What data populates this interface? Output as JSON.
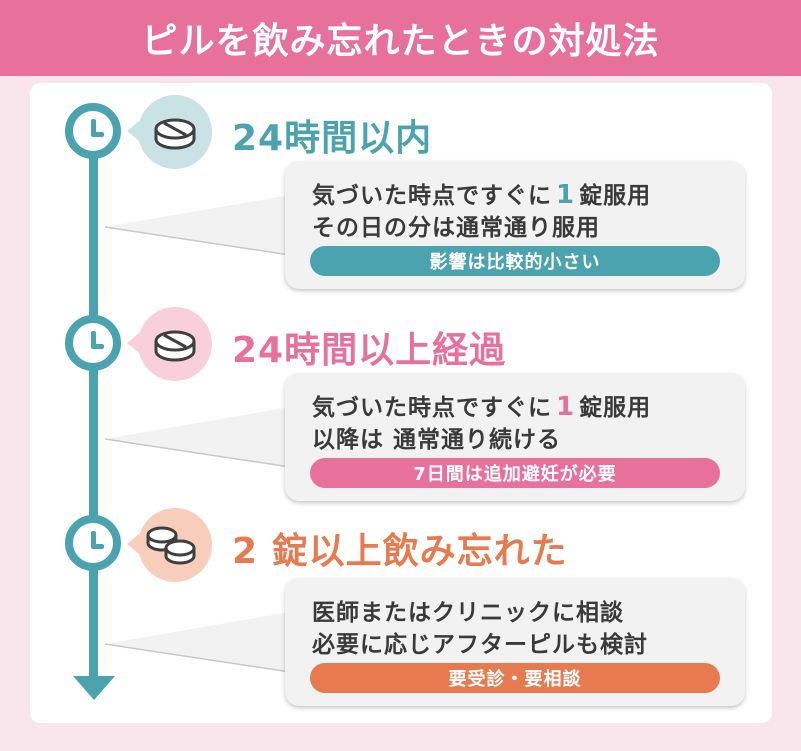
{
  "title": "ピルを飲み忘れたときの対処法",
  "colors": {
    "header": "#e8719c",
    "teal": "#4ba3b0",
    "pink": "#e8719c",
    "orange": "#e87a4f",
    "teal_light": "#c8e2e5",
    "pink_light": "#f9cfdc",
    "orange_light": "#f7cdbb"
  },
  "sections": [
    {
      "heading": "24時間以内",
      "line1_prefix": "気づいた時点ですぐに",
      "line1_num": "1",
      "line1_suffix": "錠服用",
      "line2": "その日の分は通常通り服用",
      "badge": "影響は比較的小さい",
      "icon": "single-pill-icon"
    },
    {
      "heading": "24時間以上経過",
      "line1_prefix": "気づいた時点ですぐに",
      "line1_num": "1",
      "line1_suffix": "錠服用",
      "line2": "以降は 通常通り続ける",
      "badge": "7日間は追加避妊が必要",
      "icon": "single-pill-icon"
    },
    {
      "heading_num": "2",
      "heading": "錠以上飲み忘れた",
      "line1": "医師またはクリニックに相談",
      "line2": "必要に応じアフターピルも検討",
      "badge": "要受診・要相談",
      "icon": "two-pills-icon"
    }
  ]
}
